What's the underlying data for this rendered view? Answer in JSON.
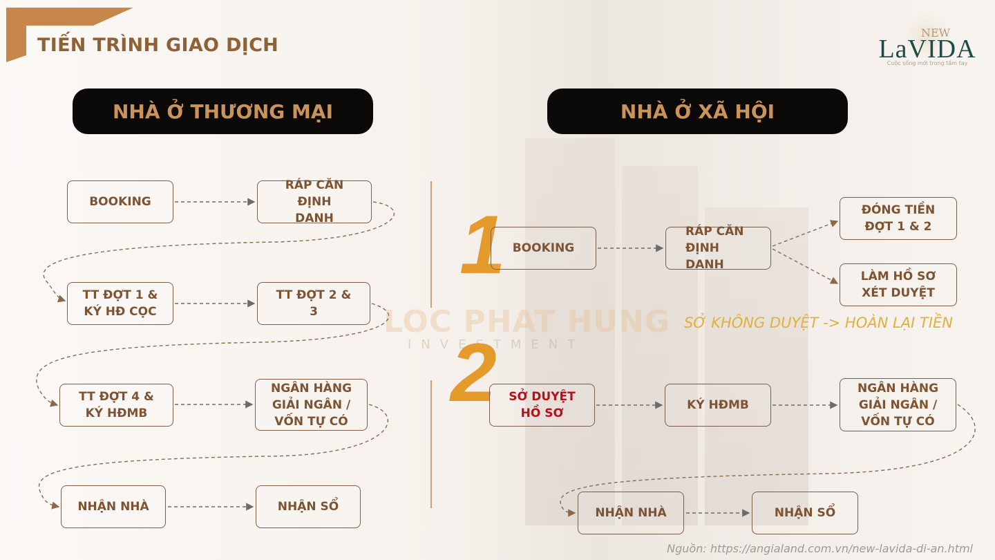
{
  "title": "TIẾN TRÌNH GIAO DỊCH",
  "brand_color": "#c8874a",
  "logo": {
    "new": "NEW",
    "name": "LaVIDA",
    "tagline": "Cuộc sống mới trong tầm tay"
  },
  "watermark": {
    "name": "LOC PHAT HUNG",
    "sub": "INVESTMENT"
  },
  "left": {
    "header": "NHÀ Ở THƯƠNG MẠI",
    "steps": [
      "BOOKING",
      "RÁP CĂN ĐỊNH DANH",
      "TT ĐỢT 1 & KÝ HĐ CỌC",
      "TT ĐỢT 2 & 3",
      "TT ĐỢT 4 & KÝ HĐMB",
      "NGÂN HÀNG GIẢI NGÂN / VỐN TỰ CÓ",
      "NHẬN NHÀ",
      "NHẬN SỔ"
    ]
  },
  "right": {
    "header": "NHÀ Ở XÃ HỘI",
    "phase_numbers": [
      "1",
      "2"
    ],
    "steps": [
      "BOOKING",
      "RÁP CĂN ĐỊNH DANH",
      "ĐÓNG TIỀN ĐỢT 1 & 2",
      "LÀM HỒ SƠ XÉT DUYỆT",
      "SỞ DUYỆT HỒ SƠ",
      "KÝ HĐMB",
      "NGÂN HÀNG GIẢI NGÂN / VỐN TỰ CÓ",
      "NHẬN NHÀ",
      "NHẬN SỔ"
    ],
    "note": "SỞ KHÔNG DUYỆT -> HOÀN LẠI TIỀN"
  },
  "source": "Nguồn: https://angialand.com.vn/new-lavida-di-an.html"
}
